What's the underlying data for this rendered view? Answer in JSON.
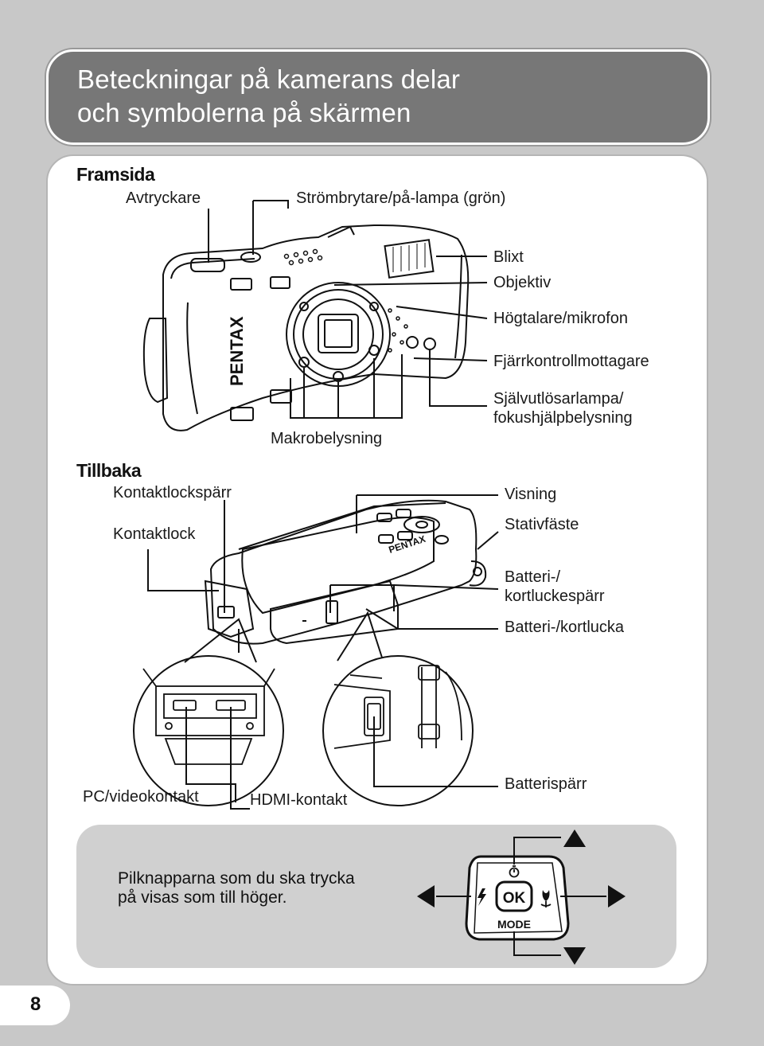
{
  "title": {
    "line1": "Beteckningar på kamerans delar",
    "line2": "och symbolerna på skärmen"
  },
  "page_number": "8",
  "front": {
    "heading": "Framsida",
    "labels": {
      "shutter": "Avtryckare",
      "power": "Strömbrytare/på-lampa (grön)",
      "flash": "Blixt",
      "lens": "Objektiv",
      "speaker": "Högtalare/mikrofon",
      "remote": "Fjärrkontrollmottagare",
      "selftimer_l1": "Självutlösarlampa/",
      "selftimer_l2": "fokushjälpbelysning",
      "macro": "Makrobelysning"
    },
    "brand": "PENTAX"
  },
  "back": {
    "heading": "Tillbaka",
    "labels": {
      "terminal_lock": "Kontaktlockspärr",
      "terminal_cover": "Kontaktlock",
      "display": "Visning",
      "tripod": "Stativfäste",
      "battery_lock_l1": "Batteri-/",
      "battery_lock_l2": "kortluckespärr",
      "battery_cover": "Batteri-/kortlucka",
      "pc_av": "PC/videokontakt",
      "hdmi": "HDMI-kontakt",
      "battery_latch": "Batterispärr"
    }
  },
  "arrow_note": {
    "line1": "Pilknapparna som du ska trycka",
    "line2": "på visas som till höger.",
    "ok_label": "OK",
    "mode_label": "MODE",
    "icons": [
      "up-arrow-icon",
      "down-arrow-icon",
      "left-arrow-icon",
      "right-arrow-icon",
      "self-timer-icon",
      "flash-icon",
      "macro-icon"
    ]
  }
}
